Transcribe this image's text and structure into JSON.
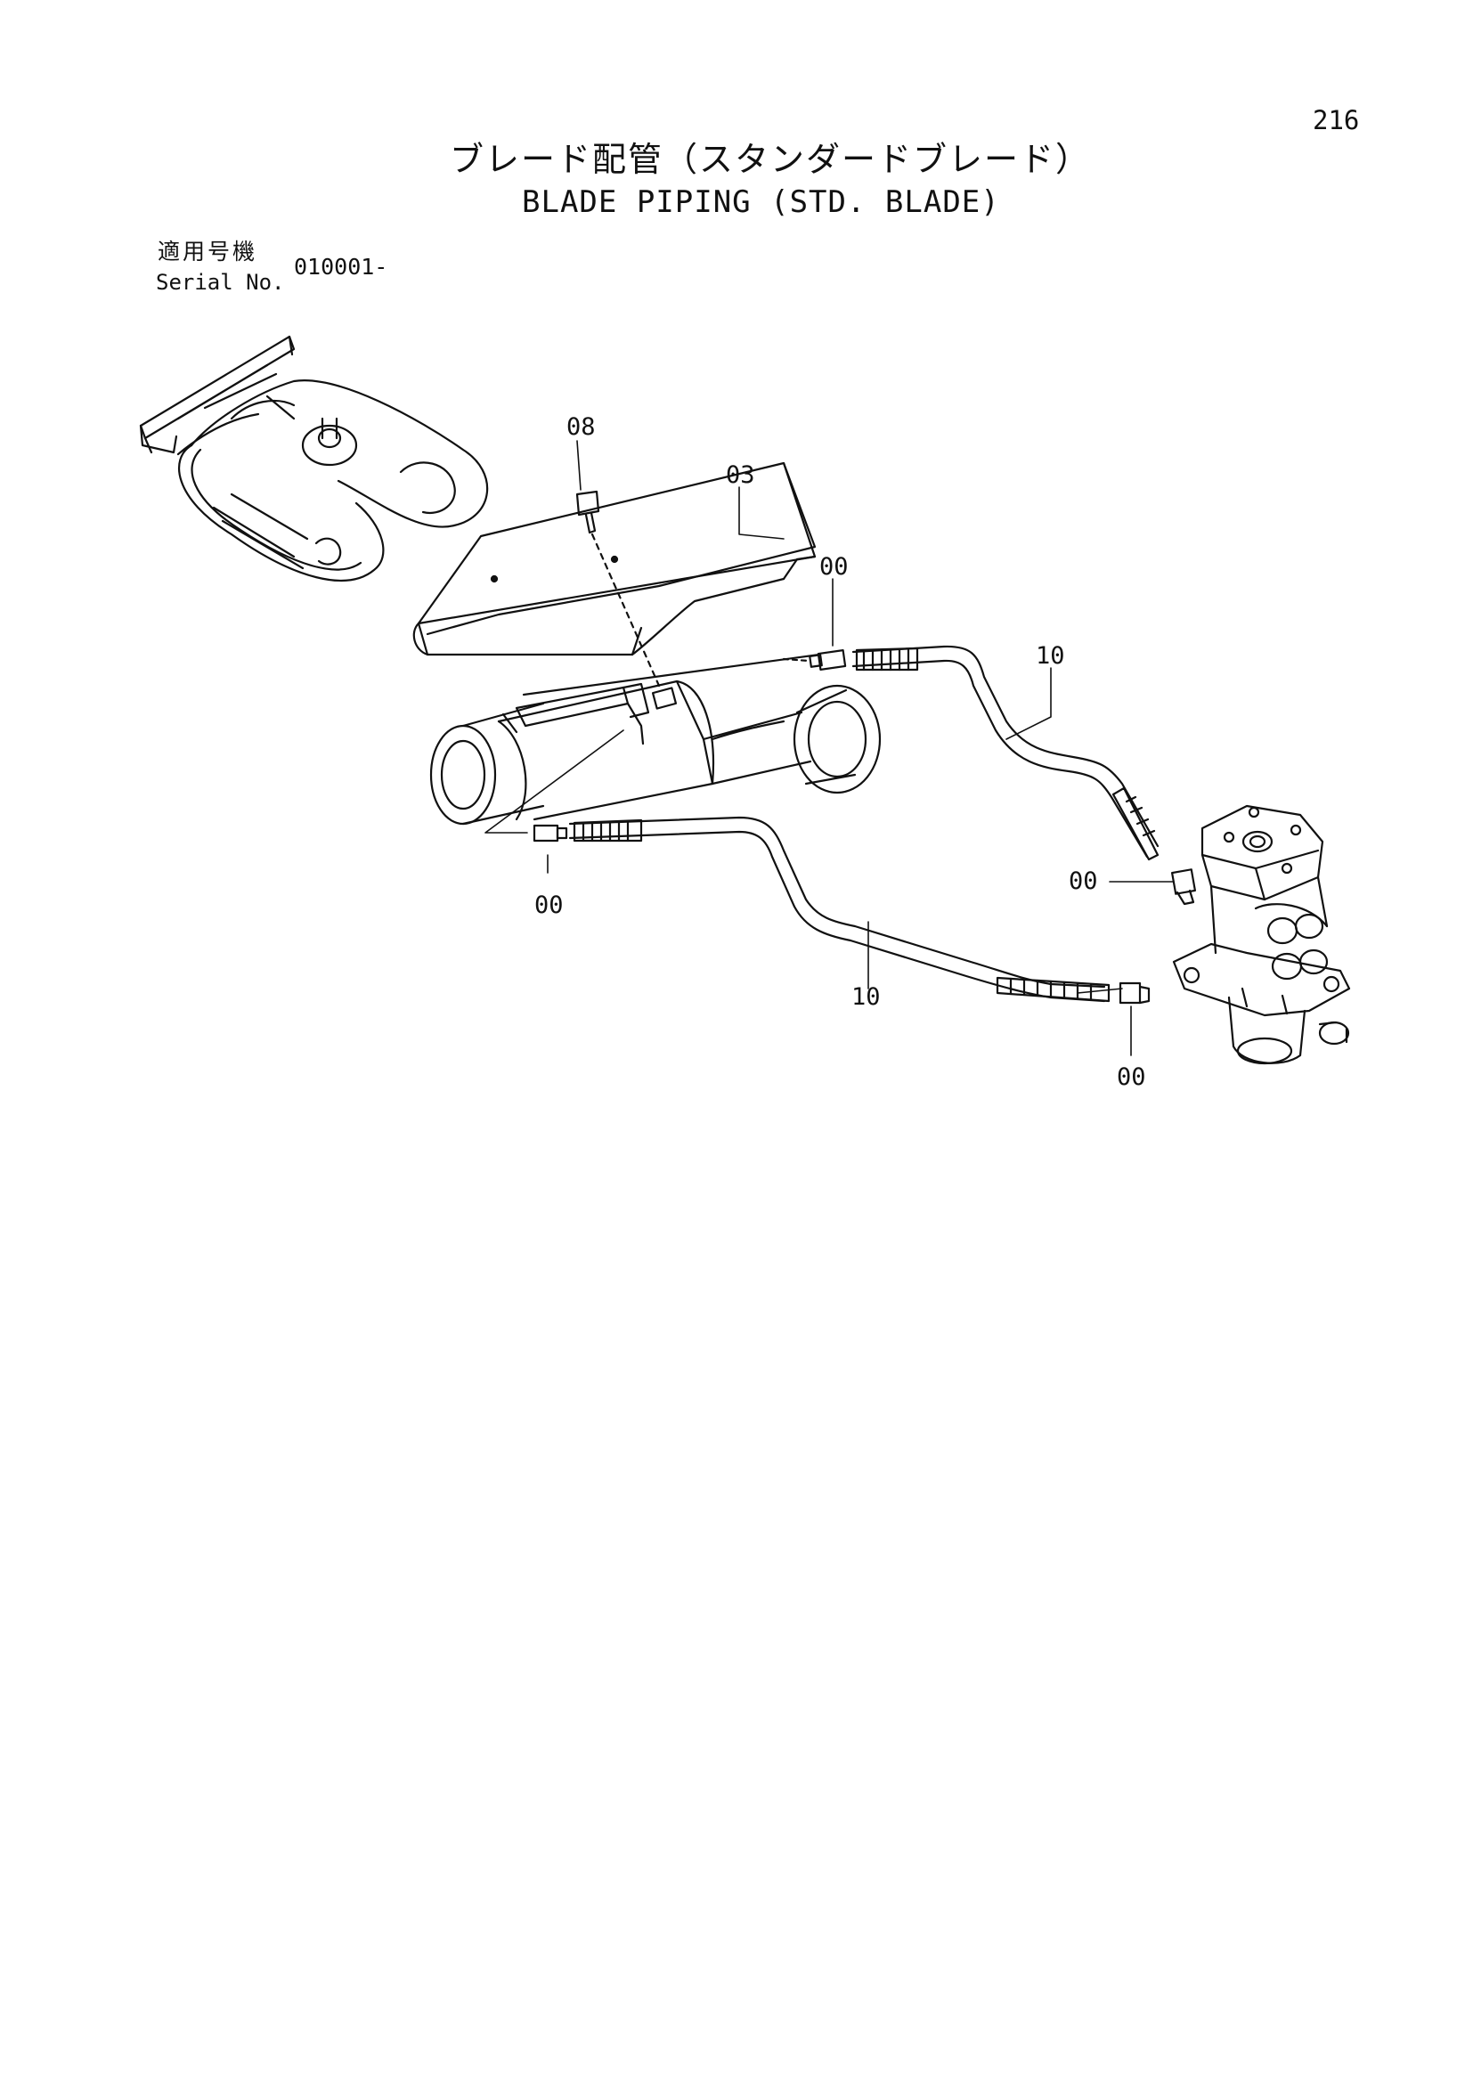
{
  "page_number": "216",
  "title_ja": "ブレード配管（スタンダードブレード）",
  "title_en": "BLADE PIPING (STD. BLADE)",
  "serial": {
    "label_ja": "適用号機",
    "label_en": "Serial No.",
    "value": "010001-"
  },
  "callouts": {
    "bolt": "08",
    "cover": "03",
    "fitting_cyl_upper": "00",
    "hose_upper": "10",
    "fitting_cyl_lower": "00",
    "fitting_valve_upper": "00",
    "hose_lower": "10",
    "fitting_valve_lower": "00"
  },
  "icons": {
    "overview": "excavator-undercarriage-icon",
    "cylinder": "blade-cylinder-icon",
    "valve": "center-joint-icon",
    "cover": "cover-plate-icon",
    "bolt": "bolt-icon"
  }
}
